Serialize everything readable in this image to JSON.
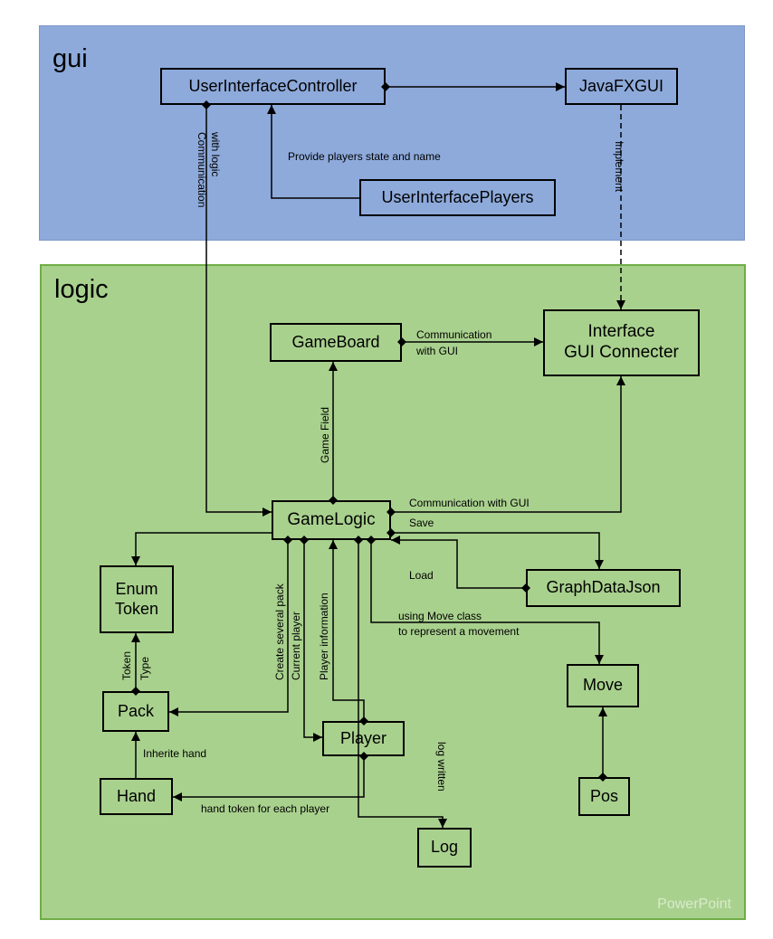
{
  "packages": {
    "gui": {
      "title": "gui"
    },
    "logic": {
      "title": "logic",
      "watermark": "PowerPoint"
    }
  },
  "classes": {
    "user_interface_controller": "UserInterfaceController",
    "javafx_gui": "JavaFXGUI",
    "user_interface_players": "UserInterfacePlayers",
    "gameboard": "GameBoard",
    "interface_gui_connecter": "Interface\nGUI Connecter",
    "gamelogic": "GameLogic",
    "enum_token": "Enum\nToken",
    "graph_data_json": "GraphDataJson",
    "move": "Move",
    "pack": "Pack",
    "player": "Player",
    "hand": "Hand",
    "pos": "Pos",
    "log": "Log"
  },
  "relations": {
    "communication_with_logic_1": "Communication",
    "communication_with_logic_2": "with logic",
    "provide_players_state": "Provide players state and name",
    "implement": "Implement",
    "communication_with_gui_1": "Communication",
    "communication_with_gui_2": "with GUI",
    "game_field": "Game Field",
    "communication_with_gui_line": "Communication with GUI",
    "save": "Save",
    "load": "Load",
    "using_move_1": "using Move class",
    "using_move_2": "to represent a movement",
    "create_several_pack": "Create several pack",
    "current_player": "Current player",
    "player_information": "Player information",
    "token": "Token",
    "type": "Type",
    "inherite_hand": "Inherite hand",
    "hand_token": "hand token for each player",
    "log_written": "log written"
  }
}
